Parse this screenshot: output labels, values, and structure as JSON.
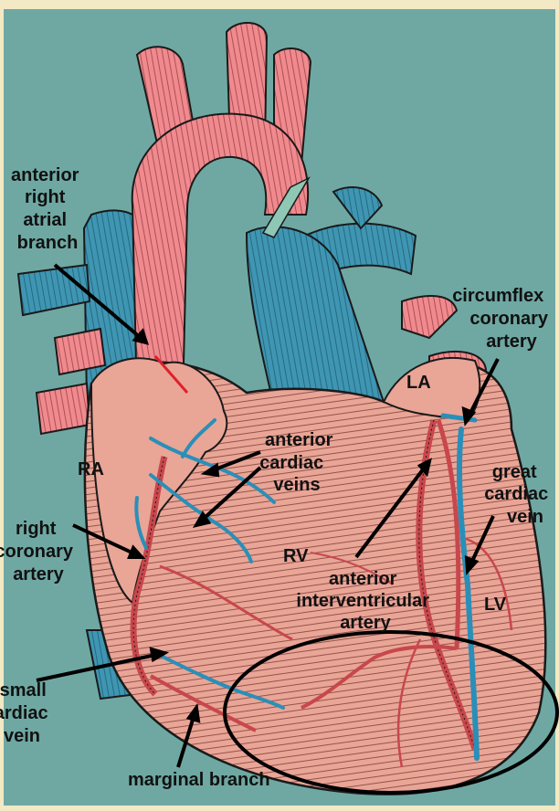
{
  "colors": {
    "background": "#6fa8a3",
    "frame": "#f3e9c4",
    "artery": "#f08a8e",
    "vein": "#3f96b3",
    "muscle": "#e9a596",
    "outline": "#1a1a1a",
    "highlight_ellipse": "#000000"
  },
  "labels": {
    "anterior_right_atrial_branch": [
      "anterior",
      "right",
      "atrial",
      "branch"
    ],
    "circumflex_coronary_artery": [
      "circumflex",
      "coronary",
      "artery"
    ],
    "la": "LA",
    "ra": "RA",
    "anterior_cardiac_veins": [
      "anterior",
      "cardiac",
      "veins"
    ],
    "great_cardiac_vein": [
      "great",
      "cardiac",
      "vein"
    ],
    "right_coronary_artery": [
      "right",
      "coronary",
      "artery"
    ],
    "rv": "RV",
    "anterior_interventricular_artery": [
      "anterior",
      "interventricular",
      "artery"
    ],
    "lv": "LV",
    "small_cardiac_vein": [
      "small",
      "ardiac",
      "vein"
    ],
    "marginal_branch": "marginal branch"
  }
}
